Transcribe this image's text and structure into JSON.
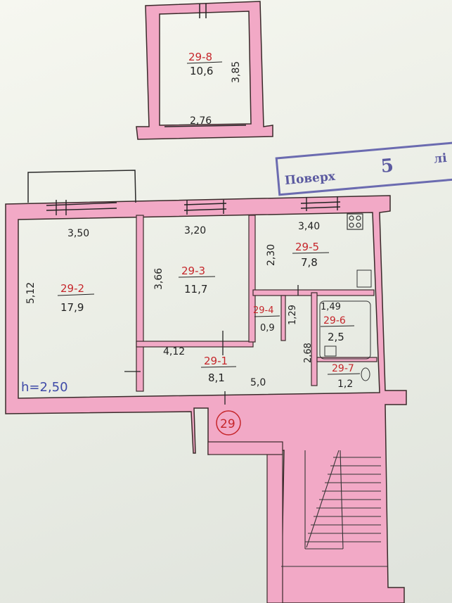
{
  "stamp": {
    "label": "Поверх",
    "floor": "5",
    "suffix": "лі"
  },
  "ceiling": "h=2,50",
  "apartment": "29",
  "rooms": [
    {
      "id": "29-8",
      "area": "10,6"
    },
    {
      "id": "29-2",
      "area": "17,9"
    },
    {
      "id": "29-3",
      "area": "11,7"
    },
    {
      "id": "29-5",
      "area": "7,8"
    },
    {
      "id": "29-4",
      "area": "0,9"
    },
    {
      "id": "29-6",
      "area": "2,5"
    },
    {
      "id": "29-1",
      "area": "8,1"
    },
    {
      "id": "29-7",
      "area": "1,2"
    }
  ],
  "dims": {
    "d_276": "2,76",
    "d_385": "3,85",
    "d_350": "3,50",
    "d_320": "3,20",
    "d_340": "3,40",
    "d_512": "5,12",
    "d_366": "3,66",
    "d_230": "2,30",
    "d_129": "1,29",
    "d_149": "1,49",
    "d_268": "2,68",
    "d_412": "4,12",
    "d_50": "5,0"
  },
  "colors": {
    "wall": "#f2a9c6",
    "wall_stroke": "#3a2a2a",
    "ink": "#222222",
    "red_ink": "#c6262b",
    "stamp": "#5b5aa0"
  }
}
